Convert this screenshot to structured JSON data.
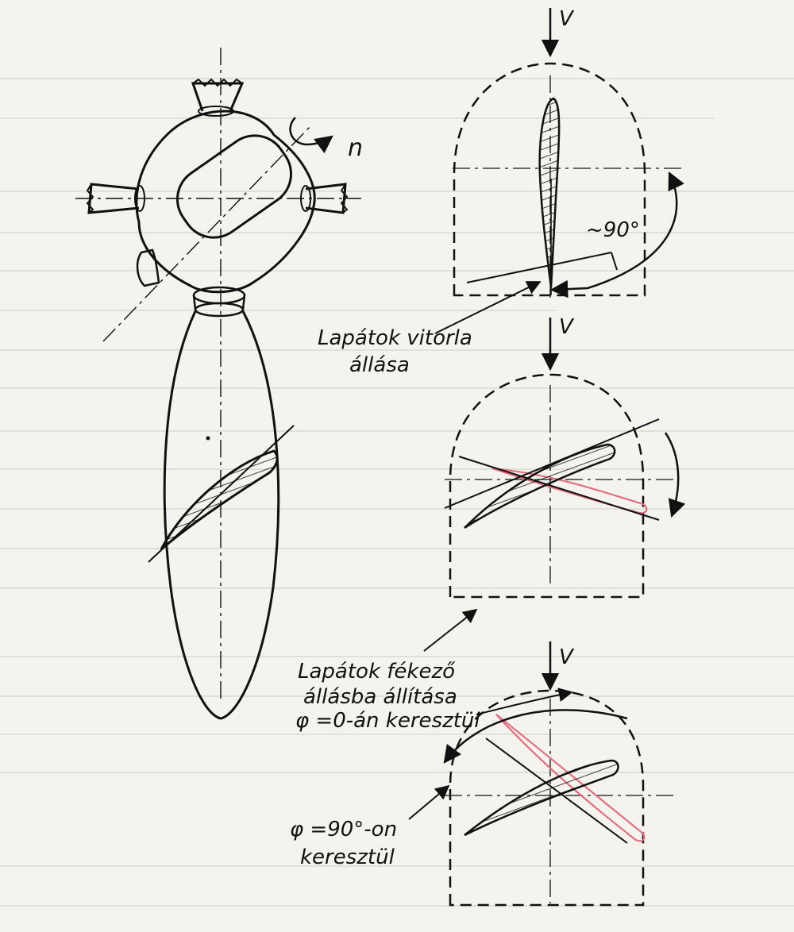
{
  "figure": {
    "labels": {
      "v1": "V",
      "v2": "V",
      "v3": "V",
      "n": "n",
      "angle": "~90°",
      "caption_vitorla_l1": "Lapátok vitorla",
      "caption_vitorla_l2": "állása",
      "caption_fekezo_l1": "Lapátok fékező",
      "caption_fekezo_l2": "állásba állítása",
      "caption_fekezo_l3": "φ =0-án keresztül",
      "caption_90_l1": "φ =90°-on",
      "caption_90_l2": "keresztül"
    },
    "colors": {
      "ink": "#111111",
      "paper": "#f4f3ee",
      "pink_marker": "#e0707e",
      "ghost_text": "#cfcdc6"
    }
  }
}
